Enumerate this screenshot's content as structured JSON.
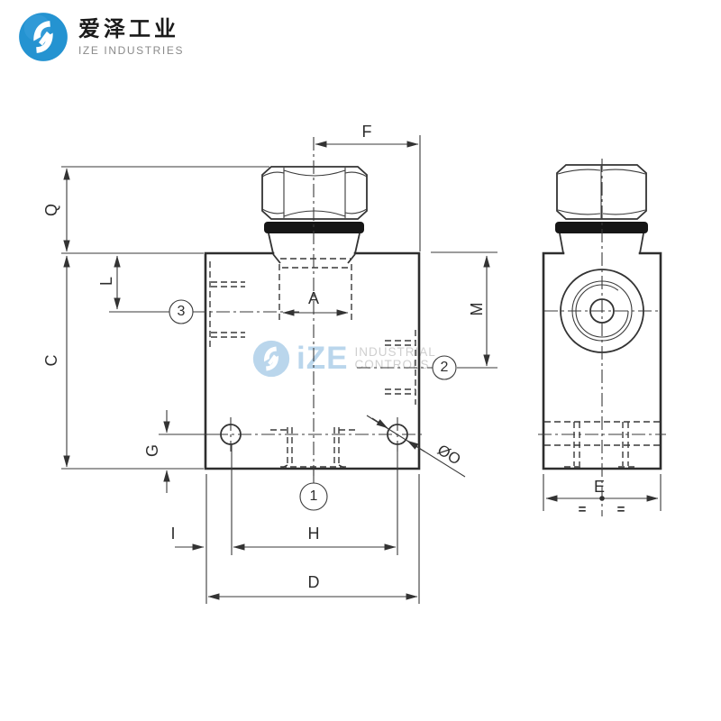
{
  "header": {
    "company_cn": "爱泽工业",
    "company_en": "IZE INDUSTRIES"
  },
  "watermark": {
    "brand": "iZE",
    "line1": "INDUSTRIAL",
    "line2": "CONTROLS"
  },
  "drawing": {
    "type": "technical-drawing",
    "subject": "hydraulic cartridge valve body, front view and side view",
    "views": [
      "front",
      "side"
    ],
    "dimensions": {
      "f": "F",
      "q": "Q",
      "c": "C",
      "l": "L",
      "g": "G",
      "i": "I",
      "h": "H",
      "d": "D",
      "a": "A",
      "m": "M",
      "e": "E",
      "o": "ØO",
      "eq": "="
    },
    "ports": {
      "p1": "1",
      "p2": "2",
      "p3": "3"
    },
    "colors": {
      "line": "#333333",
      "logo_blue": "#2493d1",
      "watermark_blue": "#a9cde8",
      "watermark_gray": "#c4c4c4",
      "oring": "#161616"
    }
  }
}
